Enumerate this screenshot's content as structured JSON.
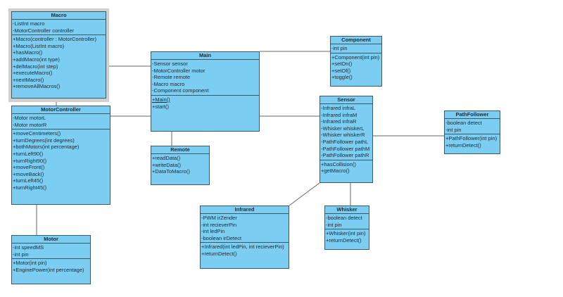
{
  "classes": {
    "macro": {
      "name": "Macro",
      "attributes": [
        "-ListInt macro",
        "-MotorController controller"
      ],
      "operations": [
        "+Macro(controller : MotorController)",
        "+Macro(ListInt macro)",
        "+hasMacro()",
        "+addMacro(int type)",
        "+delMacro(int step)",
        "+executeMacro()",
        "+nextMacro()",
        "+removeAllMacros()"
      ]
    },
    "motorcontroller": {
      "name": "MotorController",
      "attributes": [
        "-Motor motorL",
        "-Motor motorR"
      ],
      "operations": [
        "+moveCentimeters()",
        "+turnDegrees(int degrees)",
        "+bothMotors(int percentage)",
        "+turnLeft90()",
        "+turnRight90()",
        "+moveFront()",
        "+moveBack()",
        "+turnLeft45()",
        "+turnRight45()"
      ]
    },
    "motor": {
      "name": "Motor",
      "attributes": [
        "-int speedMS",
        "-int pin"
      ],
      "operations": [
        "+Motor(int pin)",
        "+EnginePower(int percentage)"
      ]
    },
    "main": {
      "name": "Main",
      "attributes": [
        "-Sensor sensor",
        "-MotorController motor",
        "-Remote remote",
        "-Macro macro",
        "-Component component"
      ],
      "operations": [
        "+Main()",
        "+start()"
      ]
    },
    "remote": {
      "name": "Remote",
      "operations": [
        "+readData()",
        "+writeData()",
        "+DataToMacro()"
      ]
    },
    "component": {
      "name": "Component",
      "attributes": [
        "-int pin"
      ],
      "operations": [
        "+Component(int pin)",
        "+setOn()",
        "+setOf()",
        "+toggle()"
      ]
    },
    "sensor": {
      "name": "Sensor",
      "attributes": [
        "-Infrared infraL",
        "-Infrared infraM",
        "-Infrared infraR",
        "-Whisker whiskerL",
        "-Whisker whiskerR",
        "-PathFollower pathL",
        "-PathFollower pathM",
        "-PathFollower pathR"
      ],
      "operations": [
        "+hasCollision()",
        "+getMacro()"
      ]
    },
    "pathfollower": {
      "name": "PathFollower",
      "attributes": [
        "-boolean detect",
        "-int pin"
      ],
      "operations": [
        "+PathFollower(int pin)",
        "+returnDetect()"
      ]
    },
    "infrared": {
      "name": "Infrared",
      "attributes": [
        "-PWM irZender",
        "-int recieverPin",
        "-int ledPin",
        "-boolean irDetect"
      ],
      "operations": [
        "+Infrared(int ledPin, int recieverPin)",
        "+returnDetect()"
      ]
    },
    "whisker": {
      "name": "Whisker",
      "attributes": [
        "-boolean detect",
        "-int pin"
      ],
      "operations": [
        "+Whisker(int pin)",
        "+returnDetect()"
      ]
    }
  },
  "associations": [
    [
      "macro",
      "main"
    ],
    [
      "macro",
      "motorcontroller"
    ],
    [
      "motorcontroller",
      "main"
    ],
    [
      "motorcontroller",
      "motor"
    ],
    [
      "main",
      "component"
    ],
    [
      "main",
      "sensor"
    ],
    [
      "main",
      "remote"
    ],
    [
      "sensor",
      "pathfollower"
    ],
    [
      "sensor",
      "infrared"
    ],
    [
      "sensor",
      "whisker"
    ]
  ],
  "colors": {
    "class_fill": "#7ccdf2",
    "border": "#3a5a6a",
    "selection": "#d0d0d0"
  }
}
